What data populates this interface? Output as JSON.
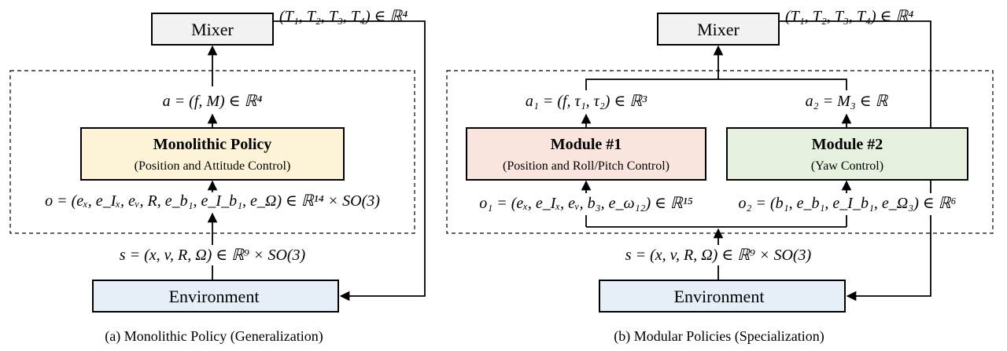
{
  "panel_a": {
    "mixer": "Mixer",
    "mixer_output": "(T₁, T₂, T₃, T₄) ∈ ℝ⁴",
    "action": "a = (f, M) ∈ ℝ⁴",
    "policy_title": "Monolithic Policy",
    "policy_subtitle": "(Position and Attitude Control)",
    "observation": "o = (eₓ, e_Iₓ, eᵥ, R, e_b₁, e_I_b₁, e_Ω) ∈ ℝ¹⁴ × SO(3)",
    "state": "s = (x, v, R, Ω) ∈ ℝ⁹ × SO(3)",
    "environment": "Environment",
    "caption": "(a) Monolithic Policy (Generalization)"
  },
  "panel_b": {
    "mixer": "Mixer",
    "mixer_output": "(T₁, T₂, T₃, T₄) ∈ ℝ⁴",
    "action_1": "a₁ = (f, τ₁, τ₂) ∈ ℝ³",
    "action_2": "a₂ = M₃ ∈ ℝ",
    "module1_title": "Module #1",
    "module1_subtitle": "(Position and Roll/Pitch Control)",
    "module2_title": "Module #2",
    "module2_subtitle": "(Yaw Control)",
    "observation_1": "o₁ = (eₓ, e_Iₓ, eᵥ, b₃, e_ω₁₂) ∈ ℝ¹⁵",
    "observation_2": "o₂ = (b₁, e_b₁, e_I_b₁, e_Ω₃) ∈ ℝ⁶",
    "state": "s = (x, v, R, Ω) ∈ ℝ⁹ × SO(3)",
    "environment": "Environment",
    "caption": "(b) Modular Policies (Specialization)"
  },
  "colors": {
    "mixer_fill": "#f2f2f2",
    "policy_fill": "#fdf3d6",
    "module1_fill": "#f9e5dd",
    "module2_fill": "#e6f0de",
    "environment_fill": "#e6eef7"
  }
}
